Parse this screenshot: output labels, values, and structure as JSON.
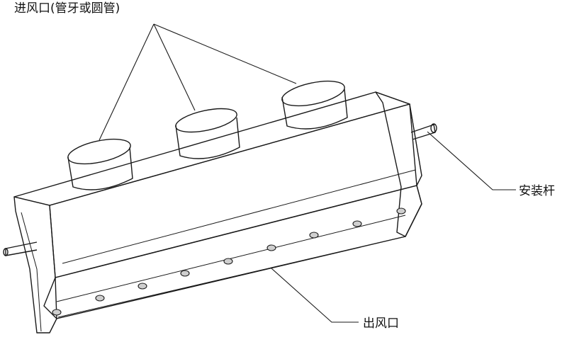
{
  "labels": {
    "inlet": "进风口(管牙或圆管)",
    "mount_rod": "安装杆",
    "outlet": "出风口"
  },
  "colors": {
    "line": "#1a1a1a",
    "top_face": "#f2f2f2",
    "front_face": "#e9e9e9",
    "channel": "#dcdcdc",
    "hole": "#cfcfcf",
    "background": "#ffffff"
  }
}
